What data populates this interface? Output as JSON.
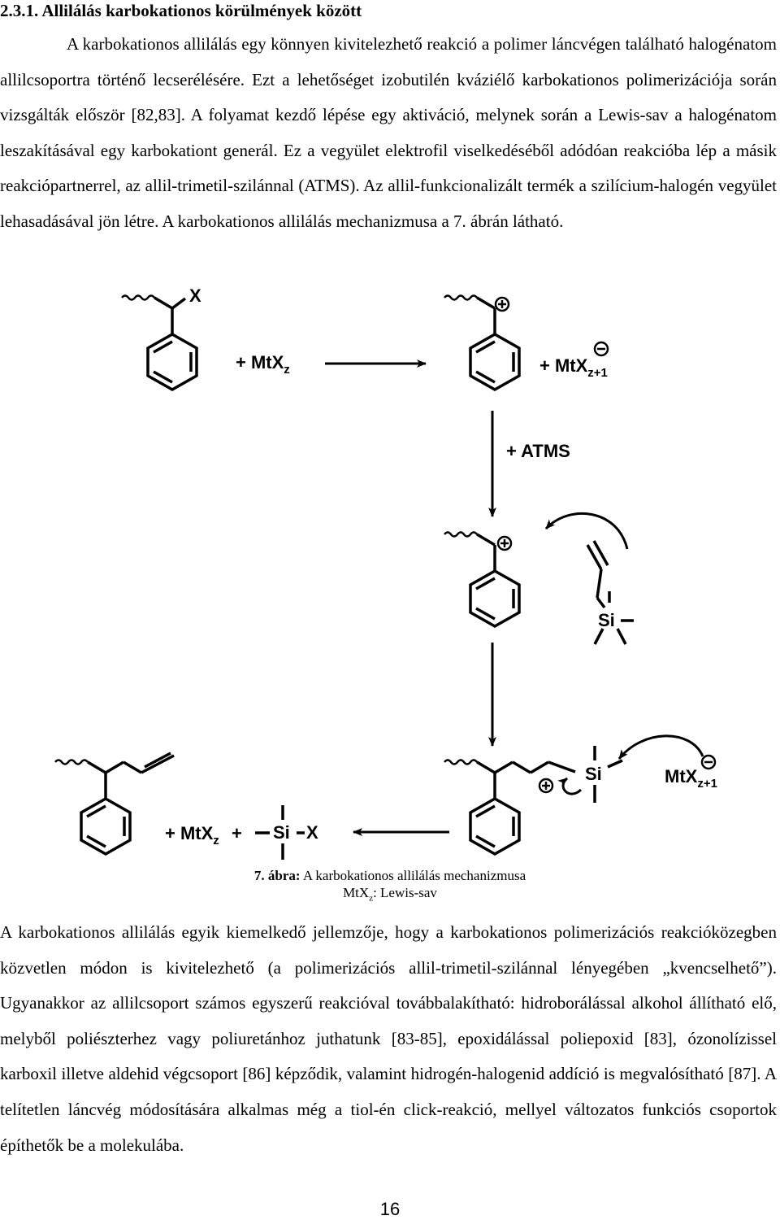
{
  "section": {
    "heading": "2.3.1. Allilálás karbokationos körülmények között"
  },
  "paragraph1": "A karbokationos allilálás egy könnyen kivitelezhető reakció a polimer láncvégen található halogénatom allilcsoportra történő lecserélésére. Ezt a lehetőséget izobutilén kváziélő karbokationos polimerizációja során vizsgálták először [82,83]. A folyamat kezdő lépése egy aktiváció, melynek során a Lewis-sav a halogénatom leszakításával egy karbokationt generál. Ez a vegyület elektrofil viselkedéséből adódóan reakcióba lép a másik reakciópartnerrel, az allil-trimetil-szilánnal (ATMS). Az allil-funkcionalizált termék a szilícium-halogén vegyület lehasadásával jön létre. A karbokationos allilálás mechanizmusa a 7. ábrán látható.",
  "scheme": {
    "x_label": "X",
    "reagent_mtx": "+ MtX",
    "reagent_mtx_sub": "z",
    "anion_mtx": "+ MtX",
    "anion_mtx_sub": "z+1",
    "anion_mtx2": "MtX",
    "anion_mtx2_sub": "z+1",
    "atms": "+ ATMS",
    "si_label": "Si",
    "product_mtx": "+ MtX",
    "product_mtx_sub": "z",
    "product_plus": "+",
    "si_x_si": "Si",
    "si_x_x": "X"
  },
  "caption": {
    "label": "7. ábra:",
    "text": " A karbokationos allilálás mechanizmusa",
    "line2_main": "MtX",
    "line2_sub": "z",
    "line2_rest": ": Lewis-sav"
  },
  "paragraph2": "A karbokationos allilálás egyik kiemelkedő jellemzője, hogy a karbokationos polimerizációs reakcióközegben közvetlen módon is kivitelezhető (a polimerizációs allil-trimetil-szilánnal lényegében „kvencselhető”). Ugyanakkor az allilcsoport számos egyszerű reakcióval továbbalakítható: hidroborálással alkohol állítható elő, melyből poliészterhez vagy poliuretánhoz juthatunk [83-85], epoxidálással poliepoxid [83], ózonolízissel karboxil illetve aldehid végcsoport [86] képződik, valamint hidrogén-halogenid addíció is megvalósítható [87]. A telítetlen láncvég módosítására alkalmas még a tiol-én click-reakció, mellyel változatos funkciós csoportok építhetők be a molekulába.",
  "page_number": "16"
}
